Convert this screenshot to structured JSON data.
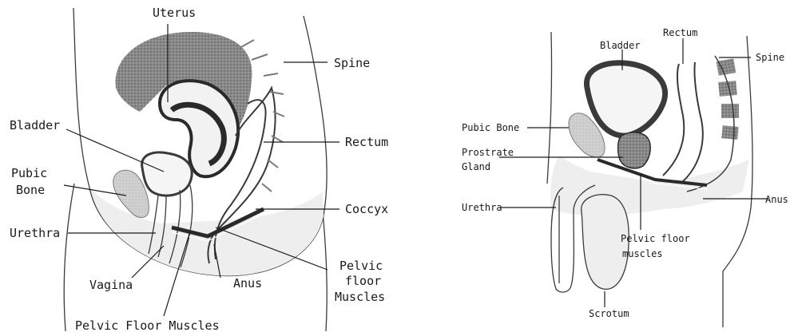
{
  "female_diagram": {
    "labels": {
      "uterus": "Uterus",
      "spine": "Spine",
      "bladder": "Bladder",
      "rectum": "Rectum",
      "pubic_line1": "Pubic",
      "pubic_line2": "Bone",
      "coccyx": "Coccyx",
      "urethra": "Urethra",
      "pelvic_line1": "Pelvic",
      "pelvic_line2": "floor",
      "pelvic_line3": "Muscles",
      "vagina": "Vagina",
      "anus": "Anus",
      "pelvic_floor_muscles": "Pelvic Floor Muscles"
    }
  },
  "male_diagram": {
    "labels": {
      "bladder": "Bladder",
      "rectum": "Rectum",
      "spine": "Spine",
      "pubic_bone": "Pubic Bone",
      "prostrate_line1": "Prostrate",
      "prostrate_line2": "Gland",
      "urethra": "Urethra",
      "anus": "Anus",
      "pelvic_line1": "Pelvic floor",
      "pelvic_line2": "muscles",
      "scrotum": "Scrotum"
    }
  }
}
